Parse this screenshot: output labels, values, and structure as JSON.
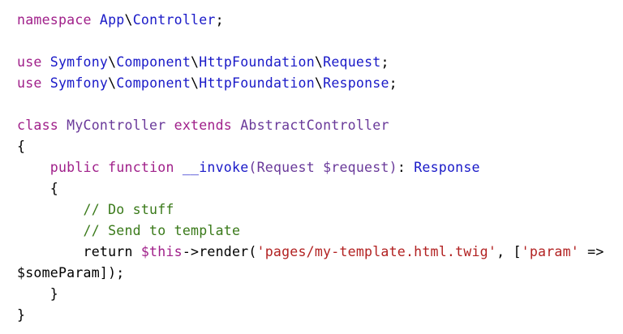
{
  "code": {
    "language": "php",
    "lines": [
      [
        [
          "namespace",
          "kw"
        ],
        [
          " ",
          "pl"
        ],
        [
          "App",
          "ns"
        ],
        [
          "\\",
          "pl"
        ],
        [
          "Controller",
          "ns"
        ],
        [
          ";",
          "pl"
        ]
      ],
      [],
      [
        [
          "use",
          "kw"
        ],
        [
          " ",
          "pl"
        ],
        [
          "Symfony",
          "ns"
        ],
        [
          "\\",
          "pl"
        ],
        [
          "Component",
          "ns"
        ],
        [
          "\\",
          "pl"
        ],
        [
          "HttpFoundation",
          "ns"
        ],
        [
          "\\",
          "pl"
        ],
        [
          "Request",
          "ns"
        ],
        [
          ";",
          "pl"
        ]
      ],
      [
        [
          "use",
          "kw"
        ],
        [
          " ",
          "pl"
        ],
        [
          "Symfony",
          "ns"
        ],
        [
          "\\",
          "pl"
        ],
        [
          "Component",
          "ns"
        ],
        [
          "\\",
          "pl"
        ],
        [
          "HttpFoundation",
          "ns"
        ],
        [
          "\\",
          "pl"
        ],
        [
          "Response",
          "ns"
        ],
        [
          ";",
          "pl"
        ]
      ],
      [],
      [
        [
          "class",
          "kw"
        ],
        [
          " ",
          "pl"
        ],
        [
          "MyController",
          "cls"
        ],
        [
          " ",
          "pl"
        ],
        [
          "extends",
          "kw"
        ],
        [
          " ",
          "pl"
        ],
        [
          "AbstractController",
          "cls"
        ]
      ],
      [
        [
          "{",
          "pl"
        ]
      ],
      [
        [
          "    ",
          "pl"
        ],
        [
          "public",
          "kw"
        ],
        [
          " ",
          "pl"
        ],
        [
          "function",
          "kw"
        ],
        [
          " ",
          "pl"
        ],
        [
          "__invoke",
          "fn"
        ],
        [
          "(Request $request)",
          "cls"
        ],
        [
          ": ",
          "pl"
        ],
        [
          "Response",
          "ns"
        ]
      ],
      [
        [
          "    {",
          "pl"
        ]
      ],
      [
        [
          "        ",
          "pl"
        ],
        [
          "// Do stuff",
          "cm"
        ]
      ],
      [
        [
          "        ",
          "pl"
        ],
        [
          "// Send to template",
          "cm"
        ]
      ],
      [
        [
          "        return ",
          "pl"
        ],
        [
          "$this",
          "var"
        ],
        [
          "->render(",
          "pl"
        ],
        [
          "'pages/my-template.html.twig'",
          "str"
        ],
        [
          ", [",
          "pl"
        ],
        [
          "'param'",
          "str"
        ],
        [
          " =>",
          "pl"
        ]
      ],
      [
        [
          "$someParam]);",
          "pl"
        ]
      ],
      [
        [
          "    }",
          "pl"
        ]
      ],
      [
        [
          "}",
          "pl"
        ]
      ]
    ]
  }
}
